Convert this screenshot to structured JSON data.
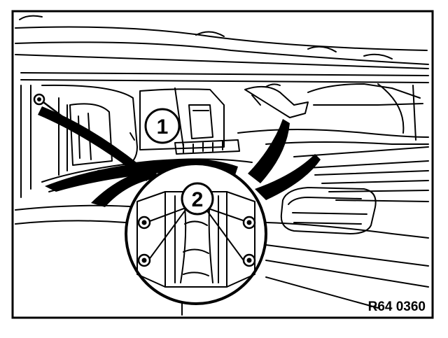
{
  "diagram": {
    "callouts": [
      {
        "id": "1",
        "label": "1",
        "refers_to": "blower-housing"
      },
      {
        "id": "2",
        "label": "2",
        "refers_to": "mounting-screws"
      }
    ],
    "reference_code": "R64 0360",
    "colors": {
      "ink": "#000000",
      "paper": "#ffffff"
    }
  }
}
